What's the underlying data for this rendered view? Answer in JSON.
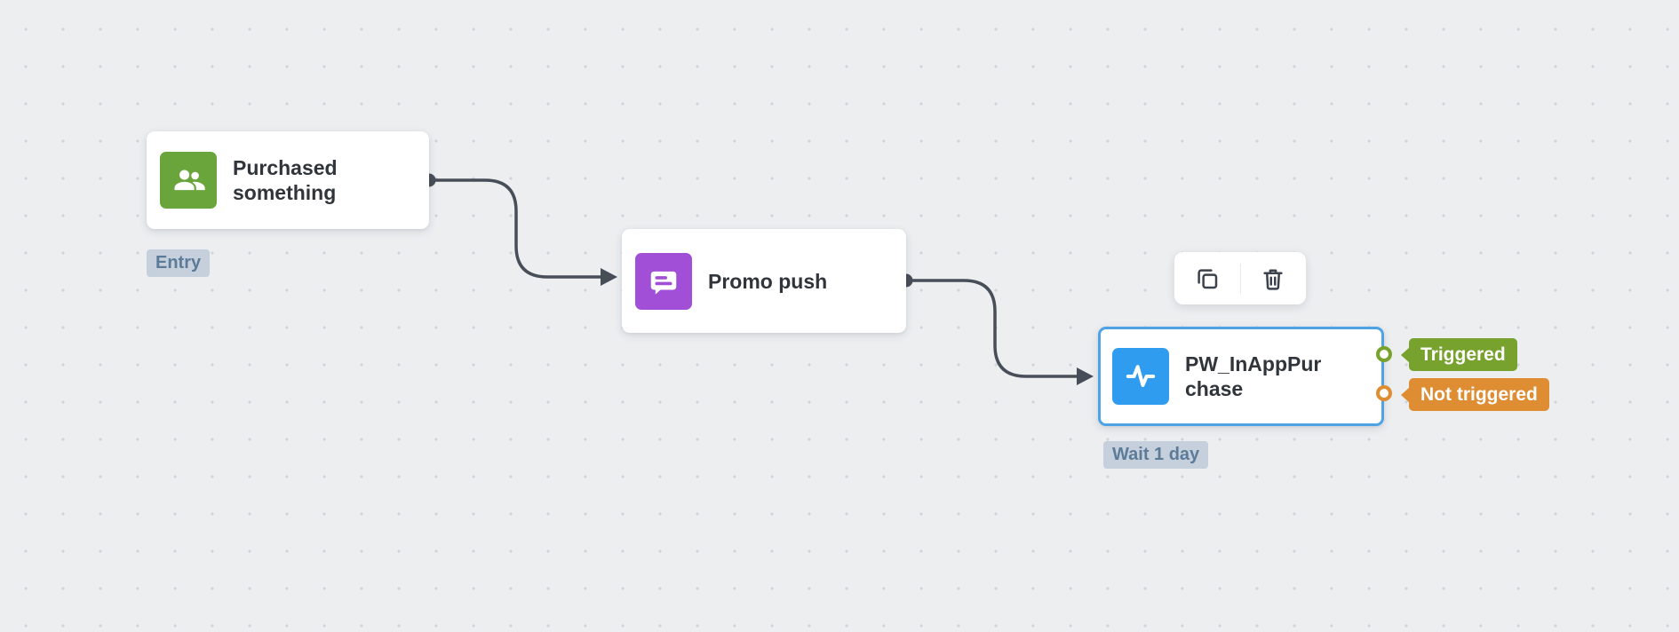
{
  "canvas": {
    "type": "journey-flow-editor"
  },
  "colors": {
    "canvas-bg": "#eceef0",
    "dot": "#d1d4d8",
    "node-bg": "#ffffff",
    "node-text": "#30353b",
    "entry-icon-green": "#6aa53c",
    "push-icon-purple": "#a14fd6",
    "event-icon-blue": "#2f9cf0",
    "selection-blue": "#4da3e4",
    "badge-green": "#77a22e",
    "badge-orange": "#df8d33",
    "connector": "#484e58",
    "canvas-label-bg": "#c5d0dc",
    "canvas-label-text": "#5c7b98"
  },
  "nodes": {
    "entry": {
      "label": "Purchased something",
      "icon": "users-icon",
      "badge": "Entry"
    },
    "push": {
      "label": "Promo push",
      "icon": "message-icon"
    },
    "event": {
      "label": "PW_InAppPurchase",
      "icon": "pulse-icon",
      "badge": "Wait 1 day",
      "selected": true,
      "outputs": [
        {
          "label": "Triggered"
        },
        {
          "label": "Not triggered"
        }
      ]
    }
  },
  "connections": [
    {
      "from": "entry",
      "to": "push"
    },
    {
      "from": "push",
      "to": "event"
    }
  ],
  "toolbar": {
    "buttons": [
      {
        "name": "duplicate",
        "icon": "copy-icon"
      },
      {
        "name": "delete",
        "icon": "trash-icon"
      }
    ]
  }
}
